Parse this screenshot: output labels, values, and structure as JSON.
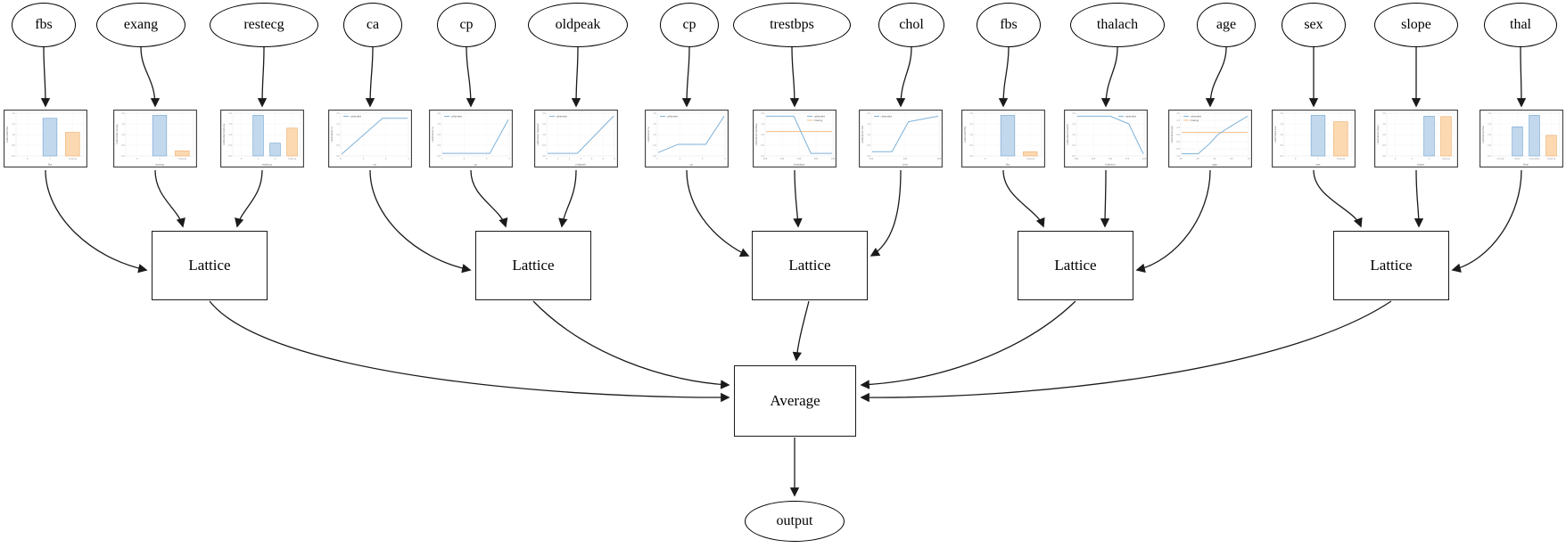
{
  "diagram": {
    "inputs": [
      {
        "label": "fbs"
      },
      {
        "label": "exang"
      },
      {
        "label": "restecg"
      },
      {
        "label": "ca"
      },
      {
        "label": "cp"
      },
      {
        "label": "oldpeak"
      },
      {
        "label": "cp"
      },
      {
        "label": "trestbps"
      },
      {
        "label": "chol"
      },
      {
        "label": "fbs"
      },
      {
        "label": "thalach"
      },
      {
        "label": "age"
      },
      {
        "label": "sex"
      },
      {
        "label": "slope"
      },
      {
        "label": "thal"
      }
    ],
    "lattices": [
      {
        "label": "Lattice"
      },
      {
        "label": "Lattice"
      },
      {
        "label": "Lattice"
      },
      {
        "label": "Lattice"
      },
      {
        "label": "Lattice"
      }
    ],
    "average": {
      "label": "Average"
    },
    "output": {
      "label": "output"
    },
    "lattice_input_groups": [
      [
        0,
        1,
        2
      ],
      [
        3,
        4,
        5
      ],
      [
        6,
        7,
        8
      ],
      [
        9,
        10,
        11
      ],
      [
        12,
        13,
        14
      ]
    ]
  },
  "chart_data": [
    {
      "type": "bar",
      "feature": "fbs",
      "ylabel": "calibrated fbs",
      "xlabel": "fbs",
      "yticks": [
        "2.0",
        "1.5",
        "1.0",
        "0.5",
        "0.0"
      ],
      "categories": [
        "0",
        "1",
        "missing"
      ],
      "bars": [
        {
          "category": "1",
          "height": 0.88,
          "series": "calibrated"
        },
        {
          "category": "missing",
          "height": 0.55,
          "series": "missing"
        }
      ]
    },
    {
      "type": "bar",
      "feature": "exang",
      "ylabel": "calibrated exang",
      "xlabel": "exang",
      "yticks": [
        "2.0",
        "1.5",
        "1.0",
        "0.5",
        "0.0"
      ],
      "categories": [
        "0",
        "1",
        "missing"
      ],
      "bars": [
        {
          "category": "1",
          "height": 0.95,
          "series": "calibrated"
        },
        {
          "category": "missing",
          "height": 0.12,
          "series": "missing"
        }
      ]
    },
    {
      "type": "bar",
      "feature": "restecg",
      "ylabel": "calibrated restecg",
      "xlabel": "restecg",
      "yticks": [
        "2.0",
        "1.5",
        "1.0",
        "0.5",
        "0.0"
      ],
      "categories": [
        "0",
        "1",
        "2",
        "missing"
      ],
      "bars": [
        {
          "category": "1",
          "height": 0.95,
          "series": "calibrated"
        },
        {
          "category": "2",
          "height": 0.3,
          "series": "calibrated"
        },
        {
          "category": "missing",
          "height": 0.65,
          "series": "missing"
        }
      ]
    },
    {
      "type": "line",
      "feature": "ca",
      "ylabel": "calibrated ca",
      "xlabel": "ca",
      "yticks": [
        "2.0",
        "1.5",
        "1.0",
        "0.5",
        "0.0"
      ],
      "xticks": [
        "0",
        "1",
        "2",
        "3"
      ],
      "points": [
        [
          0,
          0.04
        ],
        [
          0.62,
          0.88
        ],
        [
          1,
          0.88
        ]
      ],
      "legend": [
        "calibrated"
      ],
      "legend_pos": "left"
    },
    {
      "type": "line",
      "feature": "cp",
      "ylabel": "calibrated cp",
      "xlabel": "cp",
      "yticks": [
        "2.0",
        "1.5",
        "1.0",
        "0.5",
        "0.0"
      ],
      "xticks": [
        "1",
        "2",
        "3",
        "4"
      ],
      "points": [
        [
          0,
          0.06
        ],
        [
          0.72,
          0.06
        ],
        [
          1,
          0.85
        ]
      ],
      "legend": [
        "calibrated"
      ],
      "legend_pos": "left"
    },
    {
      "type": "line",
      "feature": "oldpeak",
      "ylabel": "calibrated oldpeak",
      "xlabel": "oldpeak",
      "yticks": [
        "2.0",
        "1.5",
        "1.0",
        "0.5",
        "0.0"
      ],
      "xticks": [
        "0",
        "1",
        "2",
        "3",
        "4",
        "5",
        "6"
      ],
      "points": [
        [
          0,
          0.06
        ],
        [
          0.45,
          0.06
        ],
        [
          1,
          0.93
        ]
      ],
      "legend": [
        "calibrated"
      ],
      "legend_pos": "left"
    },
    {
      "type": "line",
      "feature": "cp",
      "ylabel": "calibrated cp",
      "xlabel": "cp",
      "yticks": [
        "2.0",
        "1.5",
        "1.0",
        "0.5",
        "0.0"
      ],
      "xticks": [
        "1",
        "2",
        "3",
        "4"
      ],
      "points": [
        [
          0,
          0.08
        ],
        [
          0.3,
          0.27
        ],
        [
          0.72,
          0.27
        ],
        [
          1,
          0.93
        ]
      ],
      "legend": [
        "calibrated"
      ],
      "legend_pos": "left"
    },
    {
      "type": "line",
      "feature": "trestbps",
      "ylabel": "calibrated trestbps",
      "xlabel": "trestbps",
      "yticks": [
        "2.0",
        "1.5",
        "1.0",
        "0.5",
        "0.0"
      ],
      "xticks": [
        "100",
        "120",
        "140",
        "160",
        "180"
      ],
      "points": [
        [
          0,
          0.93
        ],
        [
          0.42,
          0.93
        ],
        [
          0.68,
          0.06
        ],
        [
          1,
          0.06
        ]
      ],
      "missing_value": 0.57,
      "legend": [
        "calibrated",
        "missing"
      ],
      "legend_pos": "right"
    },
    {
      "type": "line",
      "feature": "chol",
      "ylabel": "calibrated chol",
      "xlabel": "chol",
      "yticks": [
        "2.0",
        "1.5",
        "1.0",
        "0.5",
        "0.0"
      ],
      "xticks": [
        "200",
        "300",
        "400"
      ],
      "points": [
        [
          0,
          0.1
        ],
        [
          0.3,
          0.1
        ],
        [
          0.55,
          0.8
        ],
        [
          1,
          0.93
        ]
      ],
      "legend": [
        "calibrated"
      ],
      "legend_pos": "left"
    },
    {
      "type": "bar",
      "feature": "fbs",
      "ylabel": "calibrated fbs",
      "xlabel": "fbs",
      "yticks": [
        "2.0",
        "1.5",
        "1.0",
        "0.5",
        "0.0"
      ],
      "categories": [
        "0",
        "1",
        "missing"
      ],
      "bars": [
        {
          "category": "1",
          "height": 0.95,
          "series": "calibrated"
        },
        {
          "category": "missing",
          "height": 0.1,
          "series": "missing"
        }
      ]
    },
    {
      "type": "line",
      "feature": "thalach",
      "ylabel": "calibrated thalach",
      "xlabel": "thalach",
      "yticks": [
        "2.0",
        "1.5",
        "1.0",
        "0.5",
        "0.0"
      ],
      "xticks": [
        "100",
        "125",
        "150",
        "175",
        "200"
      ],
      "points": [
        [
          0,
          0.93
        ],
        [
          0.5,
          0.93
        ],
        [
          0.78,
          0.75
        ],
        [
          1,
          0.05
        ]
      ],
      "legend": [
        "calibrated"
      ],
      "legend_pos": "right"
    },
    {
      "type": "line",
      "feature": "age",
      "ylabel": "calibrated age",
      "xlabel": "age",
      "yticks": [
        "2.0",
        "1.5",
        "1.0",
        "0.5",
        "0.0",
        "-0.5",
        "-1.0"
      ],
      "xticks": [
        "30",
        "40",
        "50",
        "60",
        "70"
      ],
      "points": [
        [
          0,
          0.05
        ],
        [
          0.25,
          0.05
        ],
        [
          0.42,
          0.28
        ],
        [
          0.55,
          0.5
        ],
        [
          0.75,
          0.7
        ],
        [
          1,
          0.93
        ]
      ],
      "missing_value": 0.55,
      "legend": [
        "calibrated",
        "missing"
      ],
      "legend_pos": "left"
    },
    {
      "type": "bar",
      "feature": "sex",
      "ylabel": "calibrated sex",
      "xlabel": "sex",
      "yticks": [
        "2.0",
        "1.5",
        "1.0",
        "0.5",
        "0.0"
      ],
      "categories": [
        "0",
        "1",
        "missing"
      ],
      "bars": [
        {
          "category": "1",
          "height": 0.95,
          "series": "calibrated"
        },
        {
          "category": "missing",
          "height": 0.8,
          "series": "missing"
        }
      ]
    },
    {
      "type": "bar",
      "feature": "slope",
      "ylabel": "calibrated slope",
      "xlabel": "slope",
      "yticks": [
        "2.0",
        "1.5",
        "1.0",
        "0.5",
        "0.0"
      ],
      "categories": [
        "1",
        "2",
        "3",
        "missing"
      ],
      "bars": [
        {
          "category": "3",
          "height": 0.93,
          "series": "calibrated"
        },
        {
          "category": "missing",
          "height": 0.92,
          "series": "missing"
        }
      ]
    },
    {
      "type": "bar",
      "feature": "thal",
      "ylabel": "calibrated thal",
      "xlabel": "thal",
      "yticks": [
        "2.0",
        "1.5",
        "1.0",
        "0.5",
        "0.0"
      ],
      "categories": [
        "normal",
        "fixed",
        "reversible",
        "missing"
      ],
      "bars": [
        {
          "category": "fixed",
          "height": 0.68,
          "series": "calibrated"
        },
        {
          "category": "reversible",
          "height": 0.95,
          "series": "calibrated"
        },
        {
          "category": "missing",
          "height": 0.48,
          "series": "missing"
        }
      ]
    }
  ],
  "legend_labels": {
    "calibrated": "calibrated",
    "missing": "missing"
  },
  "colors": {
    "calibrated_blue": "#7fb2d9",
    "missing_orange": "#f6bd86",
    "bar_blue_fill": "#c2d8ec",
    "bar_blue_edge": "#6fa3cf",
    "bar_orange_fill": "#fcd9b1",
    "bar_orange_edge": "#edaa66",
    "edge_black": "#1a1a1a",
    "grid_gray": "#ececec",
    "chart_border": "#3a3a3a"
  }
}
